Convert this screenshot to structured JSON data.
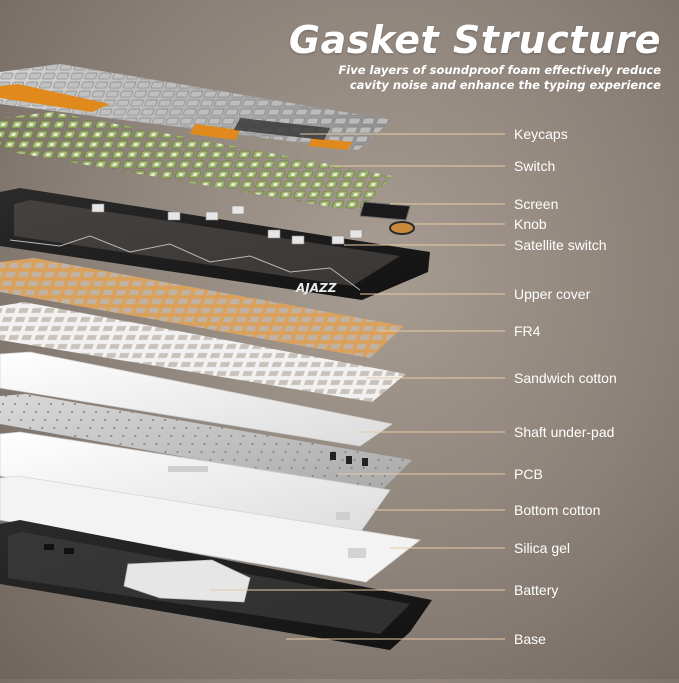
{
  "header": {
    "title": "Gasket Structure",
    "subtitle_line1": "Five layers of soundproof foam effectively reduce",
    "subtitle_line2": "cavity noise and enhance the typing experience"
  },
  "brand_mark": "AJAZZ",
  "layers": [
    {
      "id": "keycaps",
      "label": "Keycaps"
    },
    {
      "id": "switch",
      "label": "Switch"
    },
    {
      "id": "screen",
      "label": "Screen"
    },
    {
      "id": "knob",
      "label": "Knob"
    },
    {
      "id": "satellite-switch",
      "label": "Satellite switch"
    },
    {
      "id": "upper-cover",
      "label": "Upper cover"
    },
    {
      "id": "fr4",
      "label": "FR4"
    },
    {
      "id": "sandwich-cotton",
      "label": "Sandwich cotton"
    },
    {
      "id": "shaft-under-pad",
      "label": "Shaft under-pad"
    },
    {
      "id": "pcb",
      "label": "PCB"
    },
    {
      "id": "bottom-cotton",
      "label": "Bottom cotton"
    },
    {
      "id": "silica-gel",
      "label": "Silica gel"
    },
    {
      "id": "battery",
      "label": "Battery"
    },
    {
      "id": "base",
      "label": "Base"
    }
  ],
  "colors": {
    "background": "#8c8178",
    "leader_line": "#e8c9a4",
    "keycap_orange": "#e08a1e",
    "keycap_grey": "#cfcfcf",
    "keycap_dark": "#3a3a3a",
    "switch_green": "#9cb56a",
    "fr4_orange": "#d9a15c",
    "foam_white": "#f2f2f2",
    "pcb_silver": "#c9c9c9",
    "case_black": "#1f1f1f"
  }
}
